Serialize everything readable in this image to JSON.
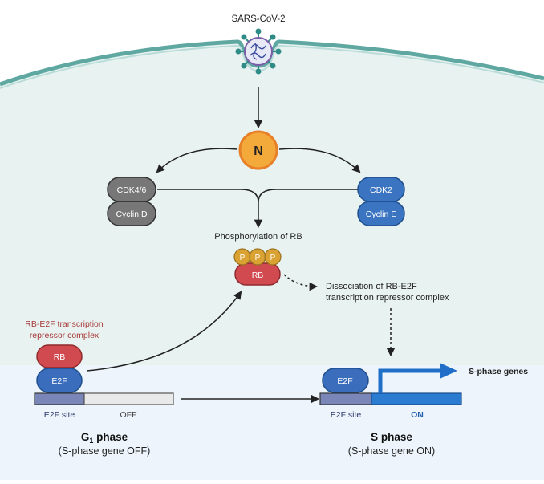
{
  "virus": {
    "label": "SARS-CoV-2"
  },
  "n_protein": {
    "label": "N"
  },
  "left_complex": {
    "top": "CDK4/6",
    "bottom": "Cyclin D"
  },
  "right_complex": {
    "top": "CDK2",
    "bottom": "Cyclin E"
  },
  "phosphorylation": {
    "label": "Phosphorylation of RB",
    "p_label": "P",
    "rb_label": "RB"
  },
  "dissociation": {
    "line1": "Dissociation of RB-E2F",
    "line2": "transcription repressor complex"
  },
  "repressor": {
    "line1": "RB-E2F transcription",
    "line2": "repressor complex"
  },
  "g1": {
    "rb": "RB",
    "e2f": "E2F",
    "site": "E2F site",
    "state": "OFF",
    "title_main": "G",
    "title_sub": "1",
    "title_rest": " phase",
    "subtitle": "(S-phase gene OFF)"
  },
  "s": {
    "e2f": "E2F",
    "site": "E2F site",
    "state": "ON",
    "genes": "S-phase genes",
    "title": "S phase",
    "subtitle": "(S-phase gene ON)"
  },
  "colors": {
    "cytoplasm": "#e8f3f1",
    "nucleus": "#edf4fb",
    "membrane": "#5fa8a2",
    "n_fill": "#f4a93b",
    "n_stroke": "#e8802a",
    "cdk_gray": "#777777",
    "cdk_blue": "#3b74c0",
    "rb_red": "#d04a4f",
    "phospho": "#d9a232",
    "e2f_blue": "#3b6dbd",
    "site": "#7a86b8",
    "gene_on": "#2b7bd1",
    "repressor_text": "#a83a3a"
  }
}
